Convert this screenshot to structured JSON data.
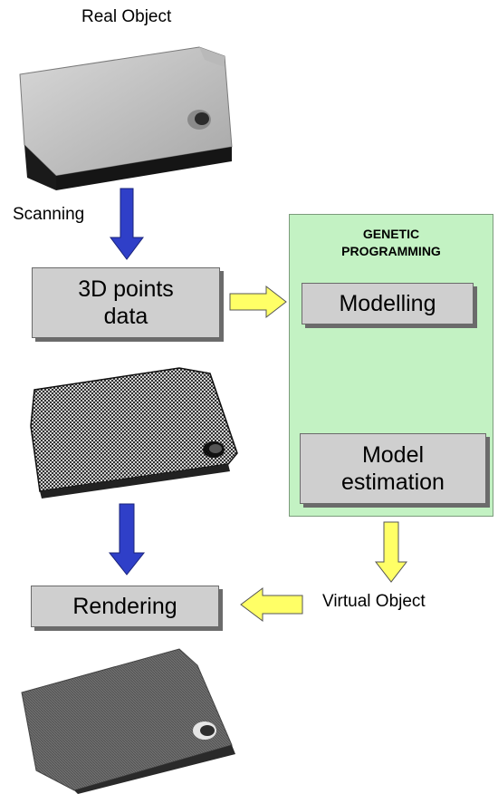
{
  "labels": {
    "real_object": "Real Object",
    "scanning": "Scanning",
    "virtual_object": "Virtual Object"
  },
  "boxes": {
    "points_data": "3D points\ndata",
    "modelling": "Modelling",
    "model_estimation": "Model\nestimation",
    "rendering": "Rendering"
  },
  "panel": {
    "title": "GENETIC\nPROGRAMMING"
  },
  "colors": {
    "blue_arrow": "#2f3fc8",
    "yellow_arrow": "#ffff66",
    "panel_bg": "#c3f2c3",
    "box_bg": "#cfcfcf"
  }
}
